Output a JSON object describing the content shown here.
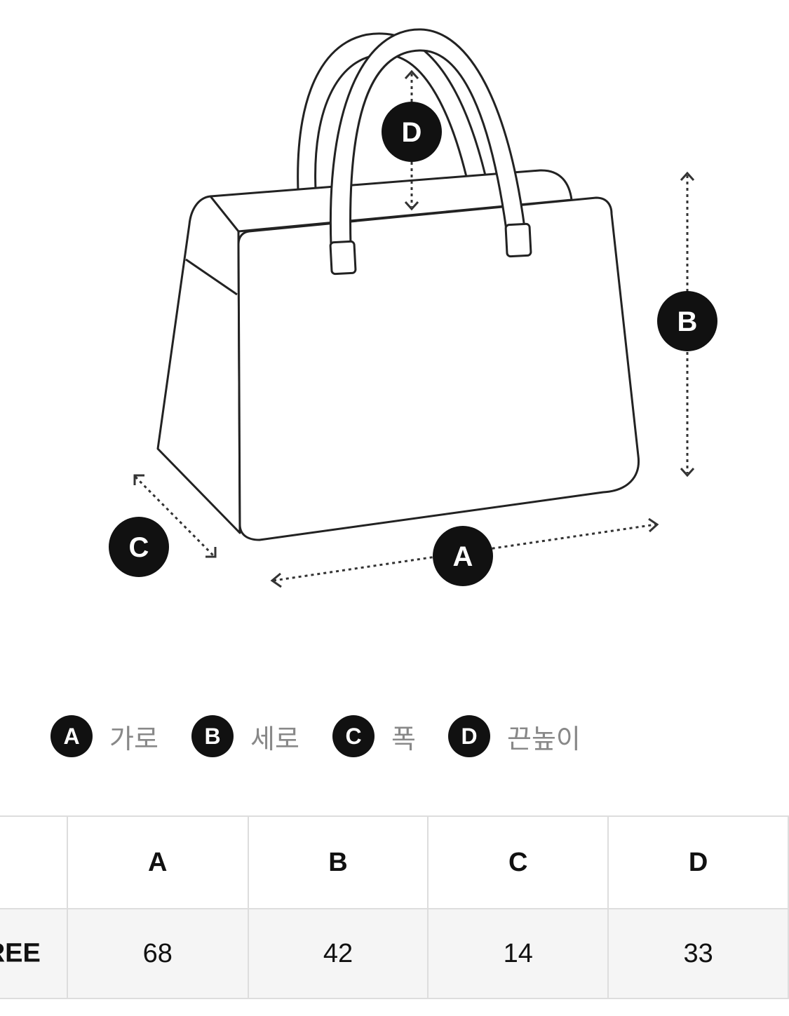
{
  "diagram": {
    "markers": [
      "A",
      "B",
      "C",
      "D"
    ]
  },
  "legend": [
    {
      "key": "A",
      "label": "가로"
    },
    {
      "key": "B",
      "label": "세로"
    },
    {
      "key": "C",
      "label": "폭"
    },
    {
      "key": "D",
      "label": "끈높이"
    }
  ],
  "table": {
    "headers": [
      "",
      "A",
      "B",
      "C",
      "D"
    ],
    "rows": [
      {
        "size": "FREE",
        "values": [
          "68",
          "42",
          "14",
          "33"
        ]
      }
    ]
  }
}
